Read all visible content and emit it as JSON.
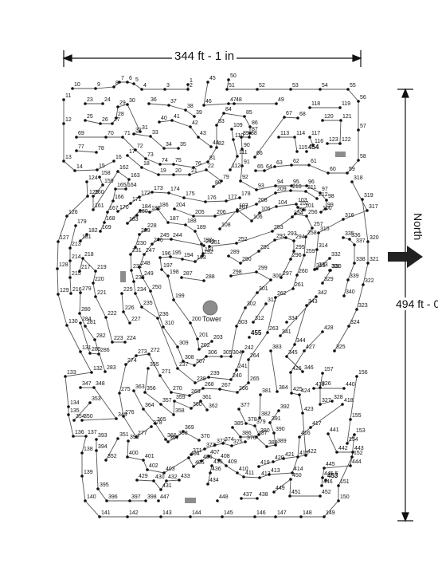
{
  "dimensions": {
    "width_label": "344 ft - 1 in",
    "height_label": "494 ft - 0 in"
  },
  "compass": {
    "label": "North"
  },
  "landmark": {
    "label": "Tower"
  },
  "numbers": {
    "n1": "1",
    "n2": "2",
    "n3": "3",
    "n4": "4",
    "n5": "5",
    "n6": "6",
    "n7": "7",
    "n8": "8",
    "n9": "9",
    "n10": "10",
    "n11": "11",
    "n12": "12",
    "n13": "13",
    "n14": "14",
    "n15": "15",
    "n16": "16",
    "n17": "17",
    "n18": "18",
    "n19": "19",
    "n20": "20",
    "n21": "21",
    "n22": "22",
    "n23": "23",
    "n24": "24",
    "n25": "25",
    "n26": "26",
    "n27": "27",
    "n28": "28",
    "n29": "29",
    "n30": "30",
    "n31": "31",
    "n32": "32",
    "n33": "33",
    "n34": "34",
    "n35": "35",
    "n36": "36",
    "n37": "37",
    "n38": "38",
    "n39": "39",
    "n40": "40",
    "n41": "41",
    "n42": "42",
    "n43": "43",
    "n44": "44",
    "n45": "45",
    "n46": "46",
    "n47": "47",
    "n48": "48",
    "n49": "49",
    "n50": "50",
    "n51": "51",
    "n52": "52",
    "n53": "53",
    "n54": "54",
    "n55": "55",
    "n56": "56",
    "n57": "57",
    "n58": "58",
    "n59": "59",
    "n60": "60",
    "n61": "61",
    "n62": "62",
    "n63": "63",
    "n64": "64",
    "n65": "65",
    "n66": "66",
    "n67": "67",
    "n68": "68",
    "n69": "69",
    "n70": "70",
    "n71": "71",
    "n72": "72",
    "n73": "73",
    "n74": "74",
    "n75": "75",
    "n76": "76",
    "n77": "77",
    "n78": "78",
    "n79": "79",
    "n80": "80",
    "n81": "81",
    "n82": "82",
    "n83": "83",
    "n84": "84",
    "n85": "85",
    "n86": "86",
    "n87": "87",
    "n88": "88",
    "n89": "89",
    "n90": "90",
    "n91": "91",
    "n92": "92",
    "n93": "93",
    "n94": "94",
    "n95": "95",
    "n96": "96",
    "n97": "97",
    "n98": "98",
    "n99": "99",
    "n100": "100",
    "n101": "101",
    "n102": "102",
    "n103": "103",
    "n104": "104",
    "n105": "105",
    "n106": "106",
    "n107": "107",
    "n108": "108",
    "n109": "109",
    "n110": "110",
    "n111": "111",
    "n112": "112",
    "n113": "113",
    "n114": "114",
    "n115": "115",
    "n116": "116",
    "n117": "117",
    "n118": "118",
    "n119": "119",
    "n120": "120",
    "n121": "121",
    "n122": "122",
    "n123": "123",
    "n124": "124",
    "n125": "125",
    "n126": "126",
    "n127": "127",
    "n128": "128",
    "n129": "129",
    "n130": "130",
    "n131": "131",
    "n132": "132",
    "n133": "133",
    "n134": "134",
    "n135": "135",
    "n136": "136",
    "n137": "137",
    "n138": "138",
    "n139": "139",
    "n140": "140",
    "n141": "141",
    "n142": "142",
    "n143": "143",
    "n144": "144",
    "n145": "145",
    "n146": "146",
    "n147": "147",
    "n148": "148",
    "n149": "149",
    "n150": "150",
    "n151": "151",
    "n152": "152",
    "n153": "153",
    "n154": "154",
    "n155": "155",
    "n156": "156",
    "n157": "157",
    "n158": "158",
    "n159": "159",
    "n160": "160",
    "n161": "161",
    "n162": "162",
    "n163": "163",
    "n164": "164",
    "n165": "165",
    "n166": "166",
    "n167": "167",
    "n168": "168",
    "n169": "169",
    "n170": "170",
    "n171": "171",
    "n172": "172",
    "n173": "173",
    "n174": "174",
    "n175": "175",
    "n176": "176",
    "n177": "177",
    "n178": "178",
    "n179": "179",
    "n180": "180",
    "n181": "181",
    "n182": "182",
    "n183": "183",
    "n184": "184",
    "n185": "185",
    "n186": "186",
    "n187": "187",
    "n188": "188",
    "n189": "189",
    "n190": "190",
    "n191": "191",
    "n192": "192",
    "n193": "193",
    "n194": "194",
    "n195": "195",
    "n196": "196",
    "n197": "197",
    "n198": "198",
    "n199": "199",
    "n200": "200",
    "n201": "201",
    "n202": "202",
    "n203": "203",
    "n204": "204",
    "n205": "205",
    "n206": "206",
    "n207": "207",
    "n208": "208",
    "n209": "209",
    "n210": "210",
    "n211": "211",
    "n212": "212",
    "n213": "213",
    "n214": "214",
    "n215": "215",
    "n216": "216",
    "n217": "217",
    "n218": "218",
    "n219": "219",
    "n220": "220",
    "n221": "221",
    "n222": "222",
    "n223": "223",
    "n224": "224",
    "n225": "225",
    "n226": "226",
    "n227": "227",
    "n228": "228",
    "n229": "229",
    "n230": "230",
    "n231": "231",
    "n232": "232",
    "n233": "233",
    "n234": "234",
    "n235": "235",
    "n236": "236",
    "n237": "237",
    "n238": "238",
    "n239": "239",
    "n240": "240",
    "n241": "241",
    "n242": "242",
    "n243": "243",
    "n244": "244",
    "n245": "245",
    "n246": "246",
    "n247": "247",
    "n248": "248",
    "n249": "249",
    "n250": "250",
    "n251": "251",
    "n252": "252",
    "n253": "253",
    "n254": "254",
    "n255": "255",
    "n256": "256",
    "n257": "257",
    "n258": "258",
    "n259": "259",
    "n260": "260",
    "n261": "261",
    "n262": "262",
    "n263": "263",
    "n264": "264",
    "n265": "265",
    "n266": "266",
    "n267": "267",
    "n268": "268",
    "n269": "269",
    "n270": "270",
    "n271": "271",
    "n272": "272",
    "n273": "273",
    "n274": "274",
    "n275": "275",
    "n276": "276",
    "n277": "277",
    "n278": "278",
    "n279": "279",
    "n280": "280",
    "n281": "281",
    "n282": "282",
    "n283": "283",
    "n284": "284",
    "n285": "285",
    "n286": "286",
    "n287": "287",
    "n288": "288",
    "n289": "289",
    "n290": "290",
    "n291": "291",
    "n292": "292",
    "n293": "293",
    "n294": "294",
    "n295": "295",
    "n296": "296",
    "n297": "297",
    "n298": "298",
    "n299": "299",
    "n300": "300",
    "n301": "301",
    "n302": "302",
    "n303": "303",
    "n304": "304",
    "n305": "305",
    "n306": "306",
    "n307": "307",
    "n308": "308",
    "n309": "309",
    "n310": "310",
    "n311": "311",
    "n312": "312",
    "n313": "313",
    "n314": "314",
    "n315": "315",
    "n316": "316",
    "n317": "317",
    "n318": "318",
    "n319": "319",
    "n320": "320",
    "n321": "321",
    "n322": "322",
    "n323": "323",
    "n324": "324",
    "n325": "325",
    "n326": "326",
    "n327": "327",
    "n328": "328",
    "n329": "329",
    "n330": "330",
    "n331": "331",
    "n332": "332",
    "n333": "333",
    "n334": "334",
    "n335": "335",
    "n336": "336",
    "n337": "337",
    "n338": "338",
    "n339": "339",
    "n340": "340",
    "n341": "341",
    "n342": "342",
    "n343": "343",
    "n344": "344",
    "n345": "345",
    "n346": "346",
    "n347": "347",
    "n348": "348",
    "n349": "349",
    "n350": "350",
    "n351": "351",
    "n352": "352",
    "n353": "353",
    "n354": "354",
    "n355": "355",
    "n356": "356",
    "n357": "357",
    "n358": "358",
    "n359": "359",
    "n360": "360",
    "n361": "361",
    "n362": "362",
    "n363": "363",
    "n364": "364",
    "n365": "365",
    "n366": "366",
    "n367": "367",
    "n368": "368",
    "n369": "369",
    "n370": "370",
    "n371": "371",
    "n372": "372",
    "n373": "373",
    "n374": "374",
    "n375": "375",
    "n376": "376",
    "n377": "377",
    "n378": "378",
    "n379": "379",
    "n380": "380",
    "n381": "381",
    "n382": "382",
    "n383": "383",
    "n384": "384",
    "n385": "385",
    "n386": "386",
    "n387": "387",
    "n388": "388",
    "n389": "389",
    "n390": "390",
    "n391": "391",
    "n392": "392",
    "n393": "393",
    "n394": "394",
    "n395": "395",
    "n396": "396",
    "n397": "397",
    "n398": "398",
    "n399": "399",
    "n400": "400",
    "n401": "401",
    "n402": "402",
    "n403": "403",
    "n404": "404",
    "n405": "405",
    "n406": "406",
    "n407": "407",
    "n408": "408",
    "n409": "409",
    "n410": "410",
    "n411": "411",
    "n412": "412",
    "n413": "413",
    "n414": "414",
    "n415": "415",
    "n416": "416",
    "n417": "417",
    "n418": "418",
    "n419": "419",
    "n420": "420",
    "n421": "421",
    "n422": "422",
    "n423": "423",
    "n424": "424",
    "n425": "425",
    "n426": "426",
    "n427": "427",
    "n428": "428",
    "n429": "429",
    "n430": "430",
    "n431": "431",
    "n432": "432",
    "n433": "433",
    "n434": "434",
    "n435": "435",
    "n436": "436",
    "n437": "437",
    "n438": "438",
    "n439": "439",
    "n440": "440",
    "n441": "441",
    "n442": "442",
    "n443": "443",
    "n444": "444",
    "n445": "445",
    "n445_5": "445.5",
    "n446": "446",
    "n447": "447",
    "n448": "448",
    "n449": "449",
    "n450": "450",
    "n451": "451",
    "n452": "452",
    "n453": "453",
    "n454": "454",
    "n455": "455"
  }
}
